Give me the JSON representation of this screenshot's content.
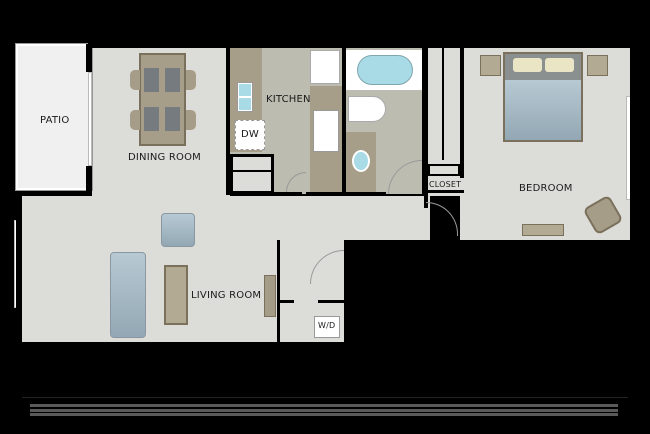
{
  "floorplan": {
    "rooms": [
      {
        "id": "patio",
        "label": "PATIO"
      },
      {
        "id": "dining",
        "label": "DINING ROOM"
      },
      {
        "id": "kitchen",
        "label": "KITCHEN"
      },
      {
        "id": "bedroom",
        "label": "BEDROOM"
      },
      {
        "id": "closet",
        "label": "CLOSET"
      },
      {
        "id": "living",
        "label": "LIVING ROOM"
      }
    ],
    "appliances": {
      "dishwasher": "DW",
      "washer_dryer": "W/D"
    }
  },
  "colors": {
    "background": "#000000",
    "floor": "#dcddd8",
    "counter": "#a79e89",
    "wet_floor": "#bcbcb0",
    "furniture_blue": "#9fb3be",
    "table": "#a79e89",
    "fixture_water": "#a8dbe6"
  }
}
